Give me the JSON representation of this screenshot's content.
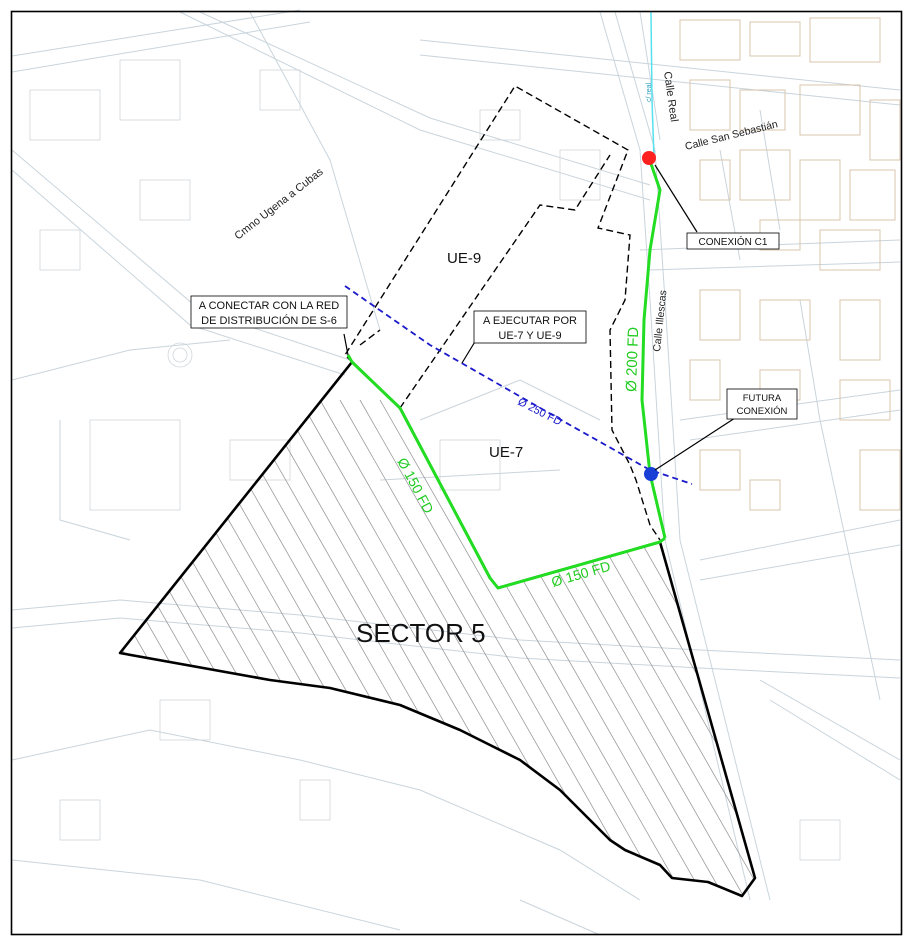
{
  "colors": {
    "frame": "#000000",
    "building_outline": "#d9c4ad",
    "road_outline": "#c9d4dc",
    "sector_boundary": "#000000",
    "unit_boundary": "#000000",
    "pipe_planned": "#22dd22",
    "pipe_future": "#1a1acc",
    "canal": "#55e0f0",
    "connection_c1_marker": "#ff2020",
    "future_connection_marker": "#1a3fd6",
    "hatch": "#9a9a9a"
  },
  "streets": {
    "cmno_ugena_a_cubas": "Cmno Ugena a Cubas",
    "calle_real": "Calle Real",
    "calle_san_sebastian": "Calle San Sebastián",
    "calle_illescas": "Calle Illescas",
    "minor_label_1": "c/ real"
  },
  "zones": {
    "ue9": "UE-9",
    "ue7": "UE-7",
    "sector5": "SECTOR 5"
  },
  "pipes": {
    "d200": "Ø 200 FD",
    "d150_west": "Ø 150 FD",
    "d150_south": "Ø 150 FD",
    "d250": "Ø 250 FD"
  },
  "callouts": {
    "conexion_c1": "CONEXIÓN C1",
    "futura_conexion_line1": "FUTURA",
    "futura_conexion_line2": "CONEXIÓN",
    "a_ejecutar_line1": "A EJECUTAR POR",
    "a_ejecutar_line2": "UE-7 Y UE-9",
    "a_conectar_line1": "A CONECTAR CON LA RED",
    "a_conectar_line2": "DE DISTRIBUCIÓN DE S-6"
  }
}
